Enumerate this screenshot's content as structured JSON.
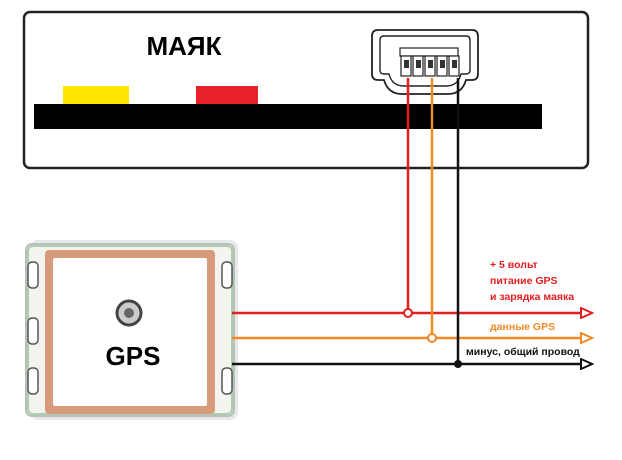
{
  "beacon": {
    "title": "МАЯК",
    "led_colors": {
      "yellow": "#ffe600",
      "red": "#e8202a"
    }
  },
  "gps_module": {
    "label": "GPS"
  },
  "wires": {
    "power_label_line1": "+ 5 вольт",
    "power_label_line2": "питание GPS",
    "power_label_line3": "и зарядка маяка",
    "data_label": "данные GPS",
    "ground_label": "минус, общий провод",
    "colors": {
      "power": "#e02020",
      "data": "#f08a24",
      "ground": "#111111"
    }
  }
}
